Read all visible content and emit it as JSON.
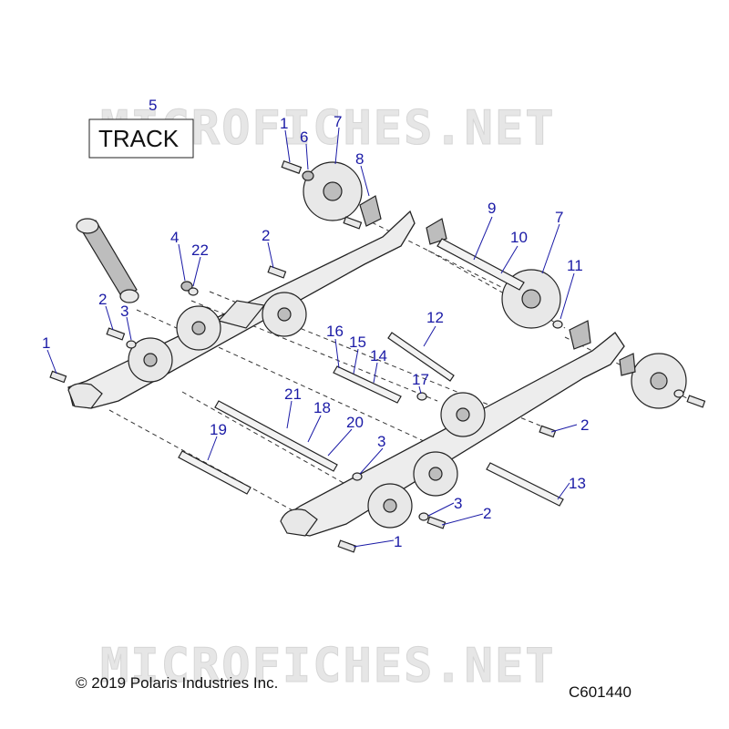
{
  "watermark": "MICROFICHES.NET",
  "track_label": "TRACK",
  "copyright": "© 2019 Polaris Industries Inc.",
  "figure_code": "C601440",
  "callouts": {
    "c5": "5",
    "c1a": "1",
    "c6": "6",
    "c7a": "7",
    "c8": "8",
    "c2a": "2",
    "c4": "4",
    "c22": "22",
    "c2b": "2",
    "c3a": "3",
    "c1b": "1",
    "c9": "9",
    "c10": "10",
    "c7b": "7",
    "c11": "11",
    "c12": "12",
    "c16": "16",
    "c15": "15",
    "c14": "14",
    "c17": "17",
    "c21": "21",
    "c18": "18",
    "c20": "20",
    "c19": "19",
    "c3b": "3",
    "c2c": "2",
    "c13": "13",
    "c3c": "3",
    "c2d": "2",
    "c1c": "1"
  },
  "colors": {
    "callout": "#1a1aa6",
    "line": "#222222",
    "watermark": "#e6e6e6"
  }
}
